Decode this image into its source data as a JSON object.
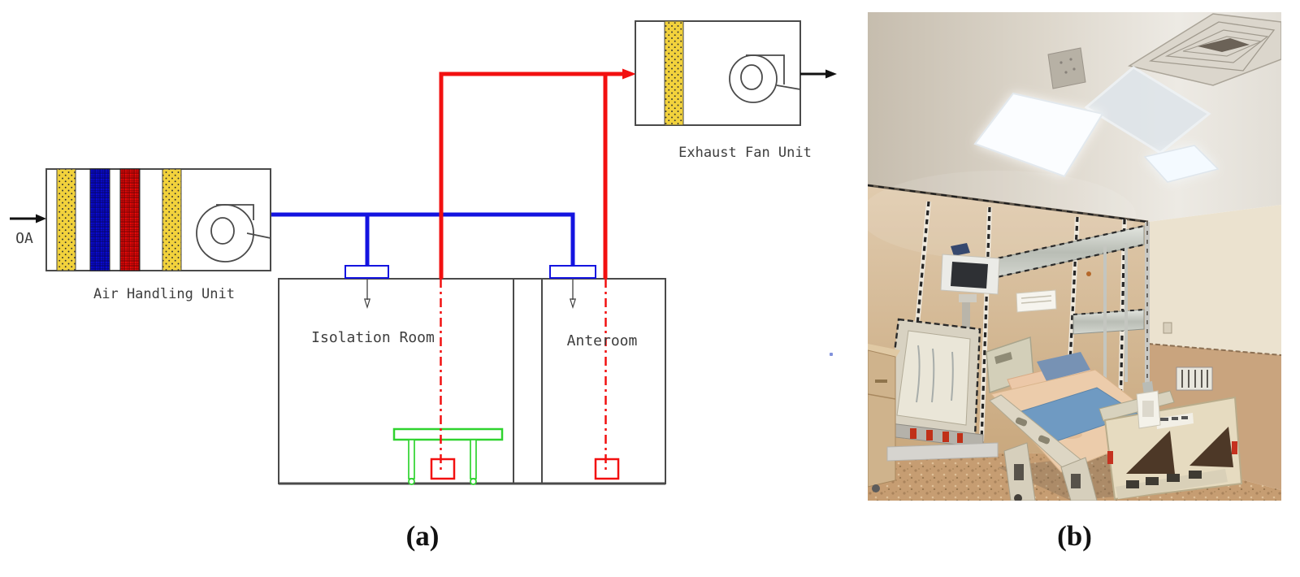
{
  "figure": {
    "panel_a": {
      "caption": "(a)",
      "labels": {
        "oa": "OA",
        "ahu": "Air Handling Unit",
        "exhaust_fan": "Exhaust Fan Unit",
        "isolation_room": "Isolation Room",
        "anteroom": "Anteroom"
      },
      "colors": {
        "supply_duct_blue": "#1414e0",
        "exhaust_duct_red": "#f21010",
        "equipment_green": "#2fd32f",
        "prefilter_yellow": "#f2d23c",
        "filter_blue": "#0a0ad0",
        "filter_red": "#e40808",
        "outline_gray": "#4a4a4a"
      }
    },
    "panel_b": {
      "caption": "(b)",
      "colors": {
        "ceiling": "#ded8cd",
        "left_wall": "#d5b996",
        "right_wall_upper": "#ebe2cf",
        "right_wall_wainscot": "#c9a47e",
        "floor": "#c69d72",
        "light_panel": "#fbfdff",
        "bed_sheet": "#eccdaa",
        "bed_pad_blue": "#6f9ac2",
        "footboard": "#e6dbc0"
      }
    }
  }
}
